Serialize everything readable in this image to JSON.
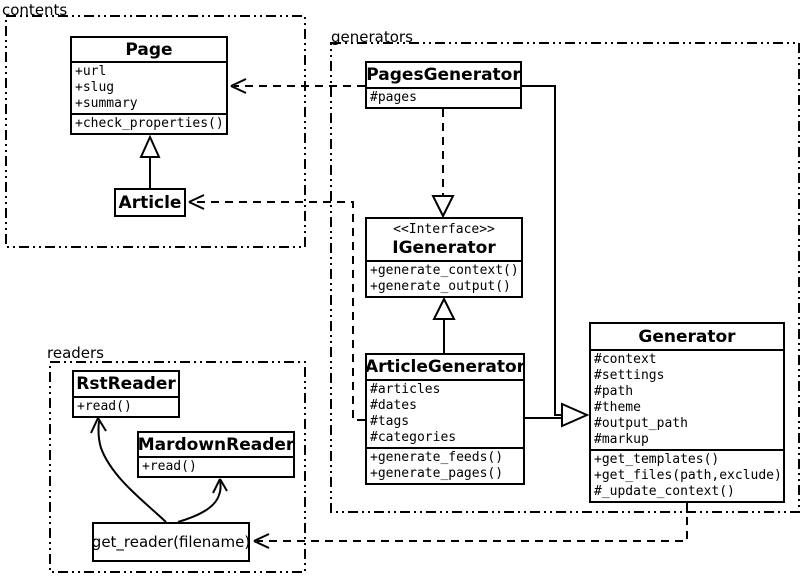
{
  "packages": {
    "contents": {
      "label": "contents"
    },
    "generators": {
      "label": "generators"
    },
    "readers": {
      "label": "readers"
    }
  },
  "classes": {
    "page": {
      "title": "Page",
      "attributes": [
        "+url",
        "+slug",
        "+summary"
      ],
      "methods": [
        "+check_properties()"
      ]
    },
    "article": {
      "title": "Article"
    },
    "pages_generator": {
      "title": "PagesGenerator",
      "attributes": [
        "#pages"
      ]
    },
    "igenerator": {
      "stereotype": "<<Interface>>",
      "title": "IGenerator",
      "methods": [
        "+generate_context()",
        "+generate_output()"
      ]
    },
    "article_generator": {
      "title": "ArticleGenerator",
      "attributes": [
        "#articles",
        "#dates",
        "#tags",
        "#categories"
      ],
      "methods": [
        "+generate_feeds()",
        "+generate_pages()"
      ]
    },
    "generator": {
      "title": "Generator",
      "attributes": [
        "#context",
        "#settings",
        "#path",
        "#theme",
        "#output_path",
        "#markup"
      ],
      "methods": [
        "+get_templates()",
        "+get_files(path,exclude)",
        "#_update_context()"
      ]
    },
    "rst_reader": {
      "title": "RstReader",
      "methods": [
        "+read()"
      ]
    },
    "mardown_reader": {
      "title": "MardownReader",
      "methods": [
        "+read()"
      ]
    },
    "get_reader": {
      "label": "get_reader(filename)"
    }
  },
  "relationships": [
    {
      "from": "Article",
      "to": "Page",
      "type": "inheritance"
    },
    {
      "from": "PagesGenerator",
      "to": "Page",
      "type": "dependency"
    },
    {
      "from": "ArticleGenerator",
      "to": "Article",
      "type": "dependency"
    },
    {
      "from": "PagesGenerator",
      "to": "IGenerator",
      "type": "realization"
    },
    {
      "from": "ArticleGenerator",
      "to": "IGenerator",
      "type": "realization"
    },
    {
      "from": "PagesGenerator",
      "to": "Generator",
      "type": "inheritance"
    },
    {
      "from": "ArticleGenerator",
      "to": "Generator",
      "type": "inheritance"
    },
    {
      "from": "Generator",
      "to": "get_reader(filename)",
      "type": "dependency"
    },
    {
      "from": "get_reader(filename)",
      "to": "RstReader",
      "type": "reference"
    },
    {
      "from": "get_reader(filename)",
      "to": "MardownReader",
      "type": "reference"
    }
  ],
  "colors": {
    "line": "#000000",
    "background": "#ffffff"
  }
}
